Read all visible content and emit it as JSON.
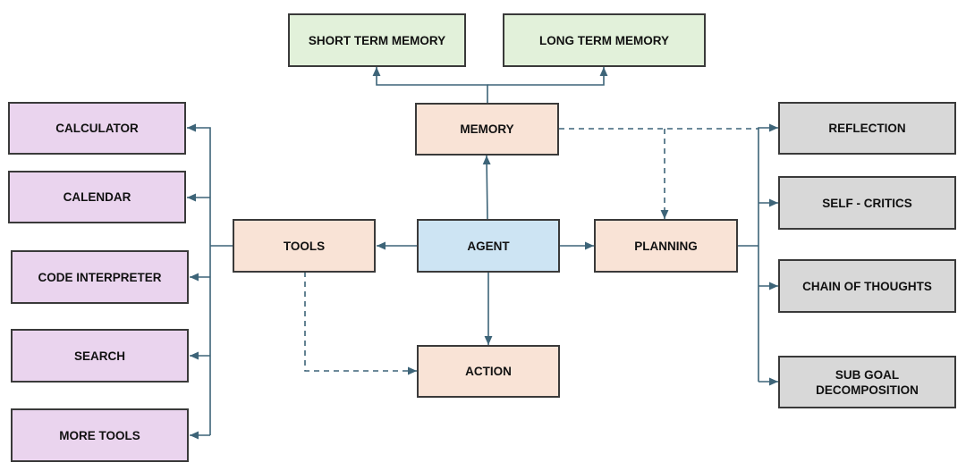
{
  "nodes": {
    "short_term_memory": "SHORT TERM MEMORY",
    "long_term_memory": "LONG TERM MEMORY",
    "memory": "MEMORY",
    "agent": "AGENT",
    "tools": "TOOLS",
    "planning": "PLANNING",
    "action": "ACTION",
    "calculator": "CALCULATOR",
    "calendar": "CALENDAR",
    "code_interpreter": "CODE INTERPRETER",
    "search": "SEARCH",
    "more_tools": "MORE TOOLS",
    "reflection": "REFLECTION",
    "self_critics": "SELF - CRITICS",
    "chain_of_thoughts": "CHAIN OF THOUGHTS",
    "sub_goal_decomposition": "SUB GOAL\nDECOMPOSITION"
  },
  "colors": {
    "memory_store": "#e2f1da",
    "core": "#f9e3d6",
    "agent": "#cde4f3",
    "tool": "#ead4ee",
    "planning_step": "#d8d8d8",
    "edge": "#3d6478"
  },
  "edges": [
    {
      "from": "memory",
      "to": "short_term_memory",
      "style": "solid"
    },
    {
      "from": "memory",
      "to": "long_term_memory",
      "style": "solid"
    },
    {
      "from": "agent",
      "to": "memory",
      "style": "solid"
    },
    {
      "from": "agent",
      "to": "tools",
      "style": "solid"
    },
    {
      "from": "agent",
      "to": "planning",
      "style": "solid"
    },
    {
      "from": "agent",
      "to": "action",
      "style": "solid"
    },
    {
      "from": "tools",
      "to": "calculator",
      "style": "solid"
    },
    {
      "from": "tools",
      "to": "calendar",
      "style": "solid"
    },
    {
      "from": "tools",
      "to": "code_interpreter",
      "style": "solid"
    },
    {
      "from": "tools",
      "to": "search",
      "style": "solid"
    },
    {
      "from": "tools",
      "to": "more_tools",
      "style": "solid"
    },
    {
      "from": "tools",
      "to": "action",
      "style": "dashed"
    },
    {
      "from": "memory",
      "to": "planning",
      "style": "dashed"
    },
    {
      "from": "memory",
      "to": "reflection",
      "style": "dashed"
    },
    {
      "from": "planning",
      "to": "reflection",
      "style": "solid"
    },
    {
      "from": "planning",
      "to": "self_critics",
      "style": "solid"
    },
    {
      "from": "planning",
      "to": "chain_of_thoughts",
      "style": "solid"
    },
    {
      "from": "planning",
      "to": "sub_goal_decomposition",
      "style": "solid"
    }
  ]
}
